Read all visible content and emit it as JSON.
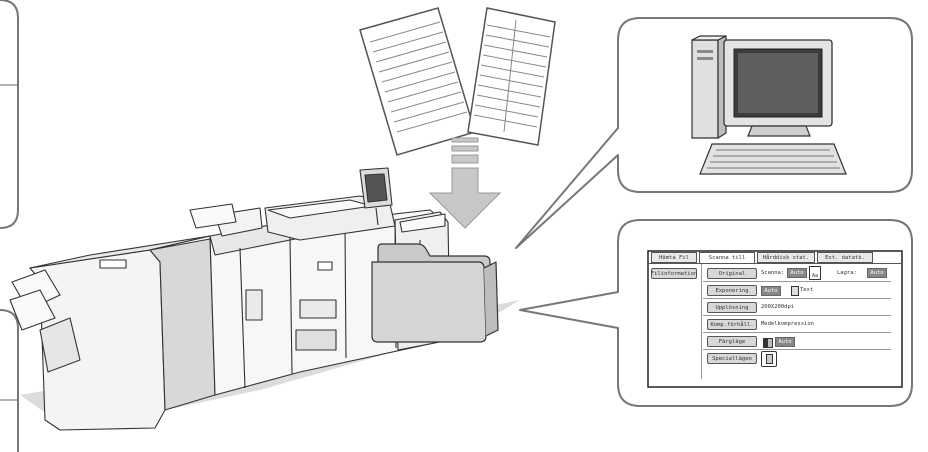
{
  "tabs": [
    "Hämta Fil",
    "Scanna till",
    "Hårddisk stat.",
    "Ext. datatk."
  ],
  "side_button": "Filinformation",
  "settings": [
    {
      "button": "Original",
      "value1": "Scanna:",
      "auto1": "Auto",
      "value2": "Lagra:",
      "auto2": "Auto"
    },
    {
      "button": "Exponering",
      "auto1": "Auto",
      "value1": "Text"
    },
    {
      "button": "Upplösning",
      "value1": "200X200dpi"
    },
    {
      "button": "Komp.förhåll.",
      "value1": "Medelkompression"
    },
    {
      "button": "Färgläge",
      "auto1": "Auto"
    },
    {
      "button": "Speciallägen"
    }
  ],
  "colors": {
    "line": "#555555",
    "bubble_fill": "#ffffff",
    "panel_gray": "#d6d6d6",
    "auto_fill": "#888888"
  }
}
